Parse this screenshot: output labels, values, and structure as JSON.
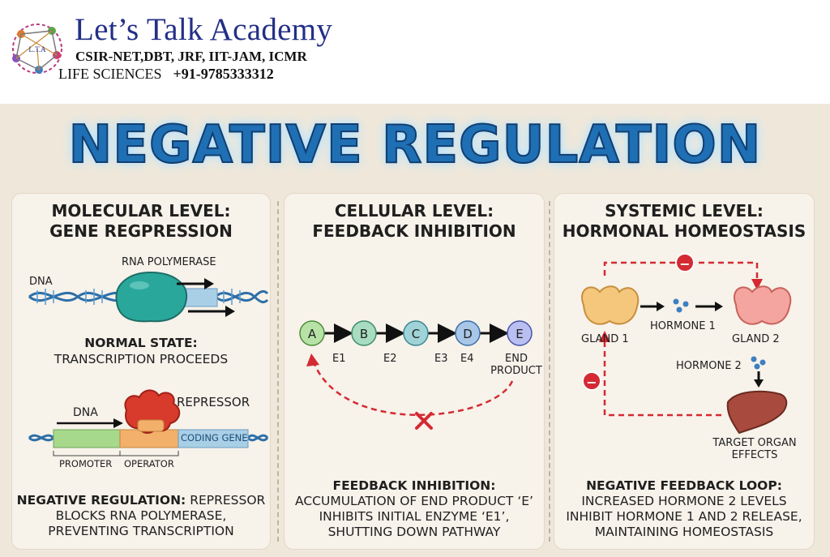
{
  "header": {
    "academy_name": "Let’s Talk Academy",
    "exam_line": "CSIR-NET,DBT, JRF, IIT-JAM, ICMR",
    "subject": "LIFE SCIENCES",
    "phone": "+91-9785333312",
    "logo_text": "L.T.A"
  },
  "main_title": "NEGATIVE REGULATION",
  "molecular": {
    "title_line1": "MOLECULAR LEVEL:",
    "title_line2": "GENE REGPRESSION",
    "dna_label_top": "DNA",
    "rna_polymerase_label": "RNA POLYMERASE",
    "normal_state_heading": "NORMAL STATE:",
    "normal_state_text": "TRANSCRIPTION PROCEEDS",
    "dna_label_bottom": "DNA",
    "repressor_label": "REPRESSOR",
    "coding_gene_label": "CODING GENE",
    "promoter_label": "PROMOTER",
    "operator_label": "OPERATOR",
    "caption_bold": "NEGATIVE REGULATION:",
    "caption_rest1": " REPRESSOR",
    "caption_line2": "BLOCKS RNA POLYMERASE,",
    "caption_line3": "PREVENTING TRANSCRIPTION"
  },
  "cellular": {
    "title_line1": "CELLULAR LEVEL:",
    "title_line2": "FEEDBACK INHIBITION",
    "nodes": [
      "A",
      "B",
      "C",
      "D",
      "E"
    ],
    "enzymes": [
      "E1",
      "E2",
      "E3",
      "E4"
    ],
    "end_product_line1": "END",
    "end_product_line2": "PRODUCT",
    "caption_heading": "FEEDBACK INHIBITION:",
    "caption_line1": "ACCUMULATION OF END PRODUCT ‘E’",
    "caption_line2": "INHIBITS INITIAL ENZYME ‘E1’,",
    "caption_line3": "SHUTTING DOWN PATHWAY"
  },
  "systemic": {
    "title_line1": "SYSTEMIC LEVEL:",
    "title_line2": "HORMONAL HOMEOSTASIS",
    "gland1_label": "GLAND 1",
    "hormone1_label": "HORMONE 1",
    "gland2_label": "GLAND 2",
    "hormone2_label": "HORMONE 2",
    "target_line1": "TARGET ORGAN",
    "target_line2": "EFFECTS",
    "minus_sign": "−",
    "caption_heading": "NEGATIVE FEEDBACK LOOP:",
    "caption_line1": "INCREASED HORMONE 2 LEVELS",
    "caption_line2": "INHIBIT HORMONE 1 AND 2 RELEASE,",
    "caption_line3": "MAINTAINING HOMEOSTASIS"
  },
  "colors": {
    "brand_blue": "#232f86",
    "title_blue": "#1f6fb4",
    "inhibition_red": "#d42a33",
    "polymerase_teal": "#2aa79b",
    "repressor_red": "#d83a2c",
    "promoter_green": "#a6d98c",
    "operator_orange": "#f2b06a",
    "coding_blue": "#a9cfe6"
  }
}
